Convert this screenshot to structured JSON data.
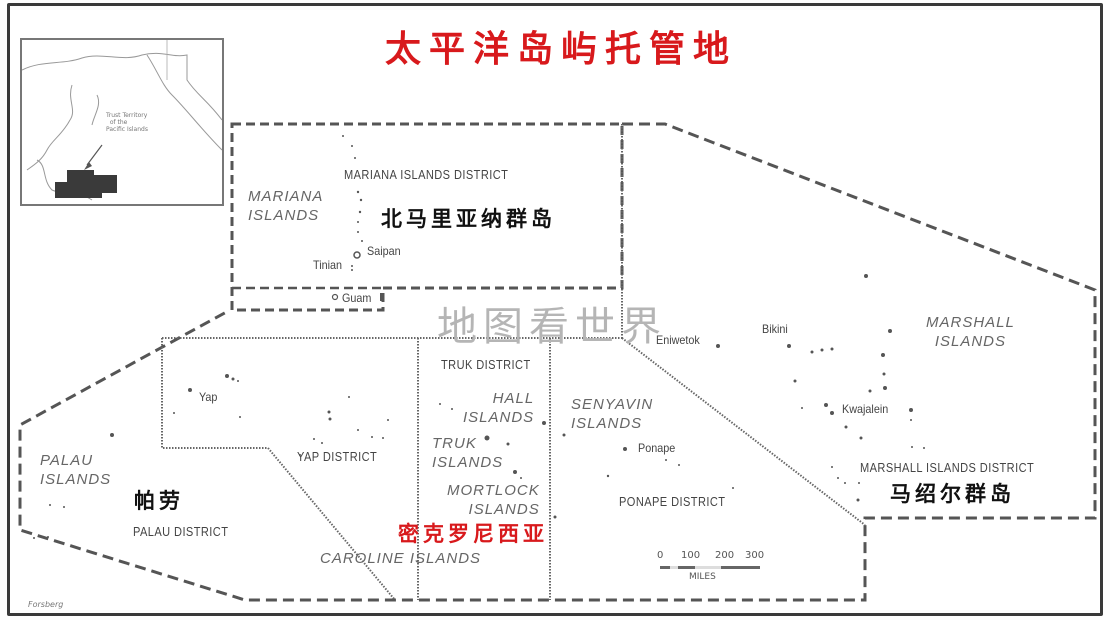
{
  "title": "太平洋岛屿托管地",
  "watermark": "地图看世界",
  "inset_map": {
    "label": "Trust Territory\n  of the\nPacific Islands"
  },
  "regions": {
    "mariana_islands": "MARIANA\nISLANDS",
    "palau_islands": "PALAU\nISLANDS",
    "hall_islands": "HALL\nISLANDS",
    "truk_islands": "TRUK\nISLANDS",
    "mortlock_islands": "MORTLOCK\nISLANDS",
    "senyavin_islands": "SENYAVIN\nISLANDS",
    "marshall_islands": "MARSHALL\nISLANDS",
    "caroline_islands": "CAROLINE  ISLANDS"
  },
  "districts": {
    "mariana": "MARIANA ISLANDS DISTRICT",
    "truk": "TRUK DISTRICT",
    "yap": "YAP DISTRICT",
    "palau": "PALAU DISTRICT",
    "ponape": "PONAPE DISTRICT",
    "marshall": "MARSHALL ISLANDS DISTRICT"
  },
  "places": {
    "saipan": "Saipan",
    "tinian": "Tinian",
    "guam": "Guam",
    "yap": "Yap",
    "ponape": "Ponape",
    "eniwetok": "Eniwetok",
    "bikini": "Bikini",
    "kwajalein": "Kwajalein"
  },
  "chinese_labels": {
    "northern_mariana": "北马里亚纳群岛",
    "palau": "帕劳",
    "micronesia": "密克罗尼西亚",
    "marshall": "马绍尔群岛"
  },
  "scale": {
    "ticks": [
      "0",
      "100",
      "200",
      "300"
    ],
    "unit": "MILES"
  },
  "signature": "Forsberg"
}
